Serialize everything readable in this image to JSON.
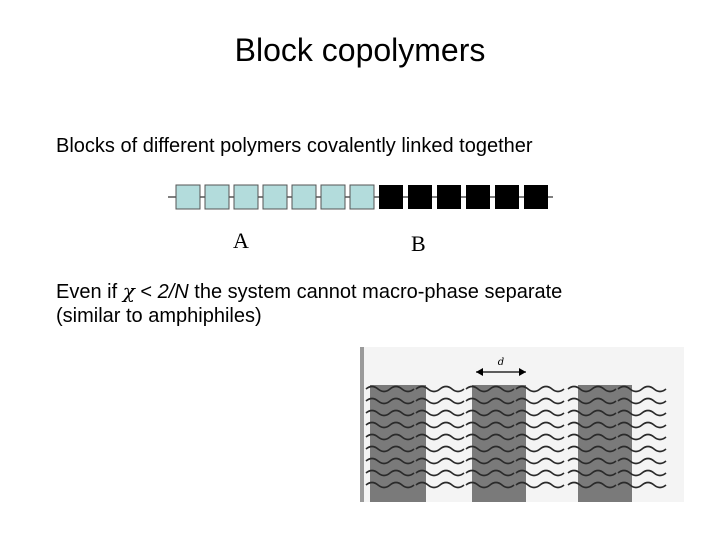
{
  "title": "Block copolymers",
  "bullet1": "Blocks of different polymers covalently linked together",
  "chain": {
    "label_a": "A",
    "label_b": "B",
    "a_count": 7,
    "b_count": 6,
    "a_color": "#b3dcdc",
    "b_color": "#000000"
  },
  "bullet2": {
    "prefix": "Even if ",
    "chi": "χ",
    "middle": " < ",
    "expr": "2/N",
    "suffix": "  the system cannot macro-phase separate",
    "line2": "(similar to amphiphiles)"
  },
  "figure": {
    "period_label": "d",
    "dark_color": "#7a7a7a",
    "wave_color": "#2a2a2a"
  }
}
